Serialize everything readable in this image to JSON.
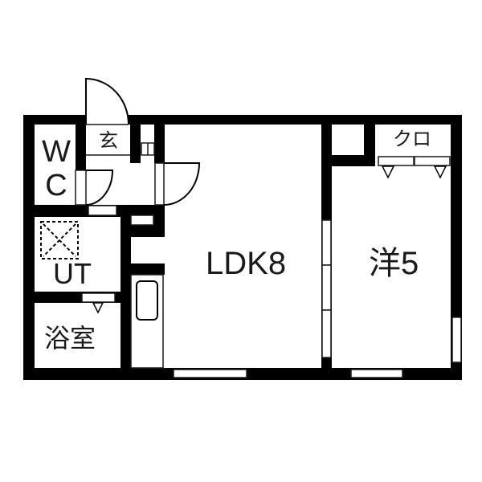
{
  "plan": {
    "colors": {
      "wall": "#000000",
      "background": "#ffffff",
      "line": "#1a1a1a"
    },
    "rooms": [
      {
        "id": "wc",
        "label": "W\nC",
        "label_lines": [
          "W",
          "C"
        ]
      },
      {
        "id": "genkan",
        "label": "玄"
      },
      {
        "id": "ut",
        "label": "UT"
      },
      {
        "id": "bath",
        "label": "浴室"
      },
      {
        "id": "ldk",
        "label": "LDK8"
      },
      {
        "id": "western",
        "label": "洋5"
      },
      {
        "id": "closet",
        "label": "クロ"
      }
    ]
  }
}
